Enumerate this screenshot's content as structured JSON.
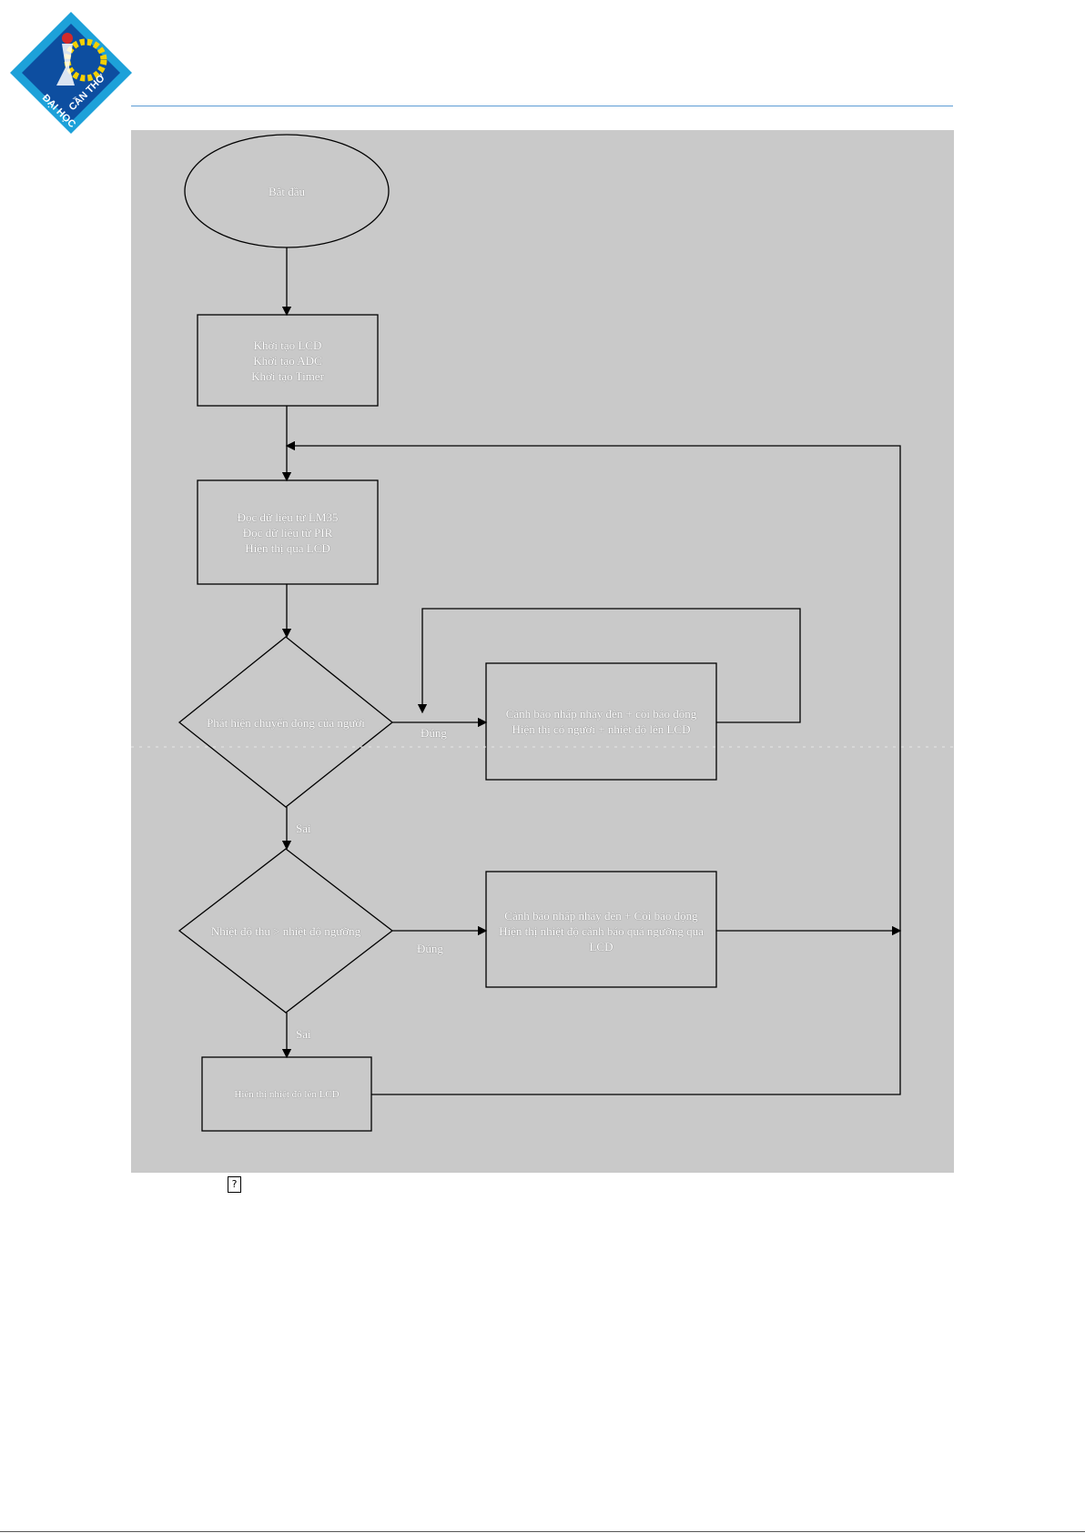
{
  "logo": {
    "name": "can-tho-university-logo",
    "text": "ĐẠI HỌC CẦN THƠ",
    "colors": {
      "frame": "#1da1d9",
      "inner": "#0d4ea0",
      "gear": "#f5d000"
    }
  },
  "diagram": {
    "type": "flowchart",
    "nodes": {
      "start": {
        "text": "Bắt đầu"
      },
      "init": {
        "text": "Khởi tạo LCD\nKhởi tạo ADC\nKhởi tạo Timer"
      },
      "read": {
        "text": "Đọc dữ liệu từ LM35\nĐọc dữ liệu từ PIR\nHiện thị qua LCD"
      },
      "decision_motion": {
        "text": "Phát hiện chuyển động của người"
      },
      "alarm_motion": {
        "text": "Cảnh báo nhấp nháy đèn + còi báo động\nHiện thị có người + nhiệt độ lên LCD"
      },
      "decision_temp": {
        "text": "Nhiệt độ thu > nhiệt độ ngưỡng"
      },
      "alarm_temp": {
        "text": "Cảnh báo nhấp nháy đèn + Còi báo động\nHiện thị nhiệt độ cảnh báo quá ngưỡng qua\nLCD"
      },
      "display": {
        "text": "Hiện thị nhiệt độ lên LCD"
      }
    },
    "edge_labels": {
      "motion_yes": "Đúng",
      "motion_no": "Sai",
      "temp_yes": "Đúng",
      "temp_no": "Sai"
    }
  },
  "caption_glyph": "?"
}
